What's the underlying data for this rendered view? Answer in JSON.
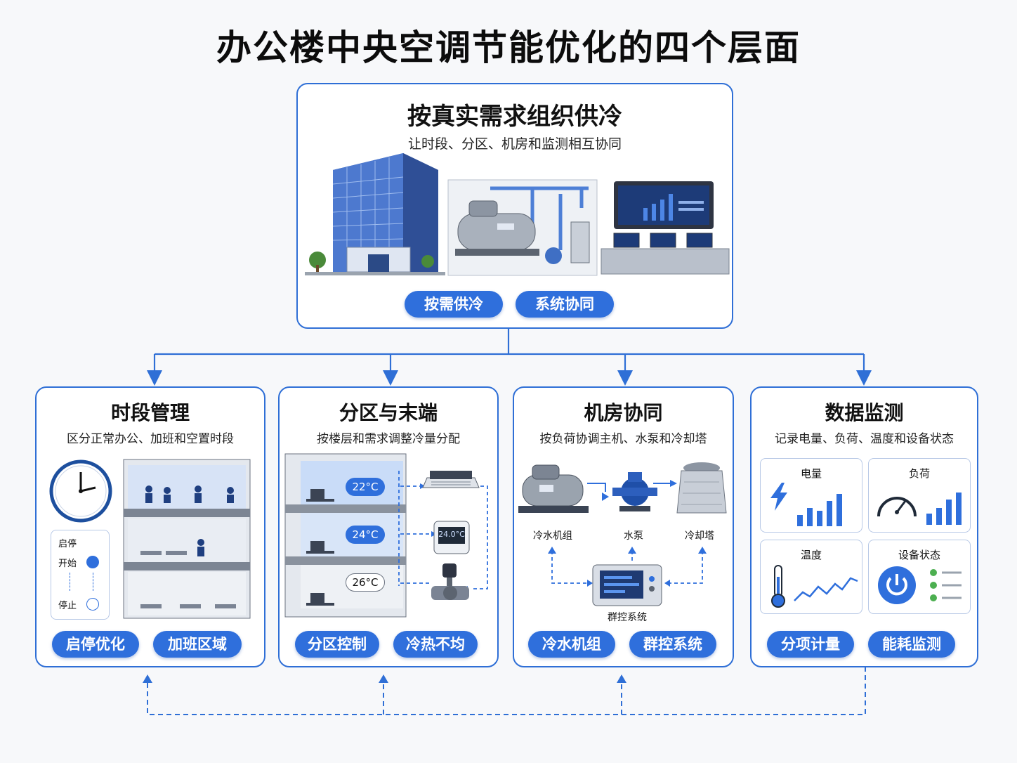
{
  "title": "办公楼中央空调节能优化的四个层面",
  "top": {
    "heading": "按真实需求组织供冷",
    "subtitle": "让时段、分区、机房和监测相互协同",
    "tags": [
      "按需供冷",
      "系统协同"
    ]
  },
  "cards": [
    {
      "heading": "时段管理",
      "subtitle": "区分正常办公、加班和空置时段",
      "schedule": {
        "title": "启停",
        "start": "开始",
        "stop": "停止"
      },
      "tags": [
        "启停优化",
        "加班区域"
      ]
    },
    {
      "heading": "分区与末端",
      "subtitle": "按楼层和需求调整冷量分配",
      "temps": [
        "22°C",
        "24°C",
        "26°C"
      ],
      "thermostat": "24.0°C",
      "tags": [
        "分区控制",
        "冷热不均"
      ]
    },
    {
      "heading": "机房协同",
      "subtitle": "按负荷协调主机、水泵和冷却塔",
      "equipment": [
        "冷水机组",
        "水泵",
        "冷却塔"
      ],
      "controller": "群控系统",
      "tags": [
        "冷水机组",
        "群控系统"
      ]
    },
    {
      "heading": "数据监测",
      "subtitle": "记录电量、负荷、温度和设备状态",
      "panels": [
        "电量",
        "负荷",
        "温度",
        "设备状态"
      ],
      "tags": [
        "分项计量",
        "能耗监测"
      ]
    }
  ],
  "colors": {
    "accent": "#2f6fdc",
    "border": "#2f6fd6",
    "background": "#f7f8fa"
  }
}
